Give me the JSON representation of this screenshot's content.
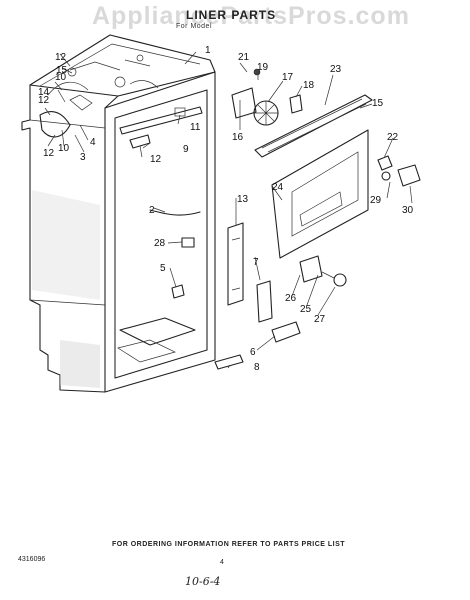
{
  "watermark": "AppliancePartsPros.com",
  "title": "LINER PARTS",
  "subtitle": "For Model",
  "footer": "FOR ORDERING INFORMATION REFER TO PARTS PRICE LIST",
  "doc_number": "4316096",
  "page_number": "4",
  "handwritten_date": "10-6-4",
  "callouts": [
    "1",
    "2",
    "3",
    "4",
    "5",
    "6",
    "7",
    "8",
    "9",
    "10",
    "10",
    "11",
    "12",
    "12",
    "12",
    "12",
    "13",
    "14",
    "15",
    "15",
    "16",
    "17",
    "18",
    "19",
    "21",
    "22",
    "23",
    "24",
    "25",
    "26",
    "27",
    "28",
    "29",
    "30"
  ]
}
